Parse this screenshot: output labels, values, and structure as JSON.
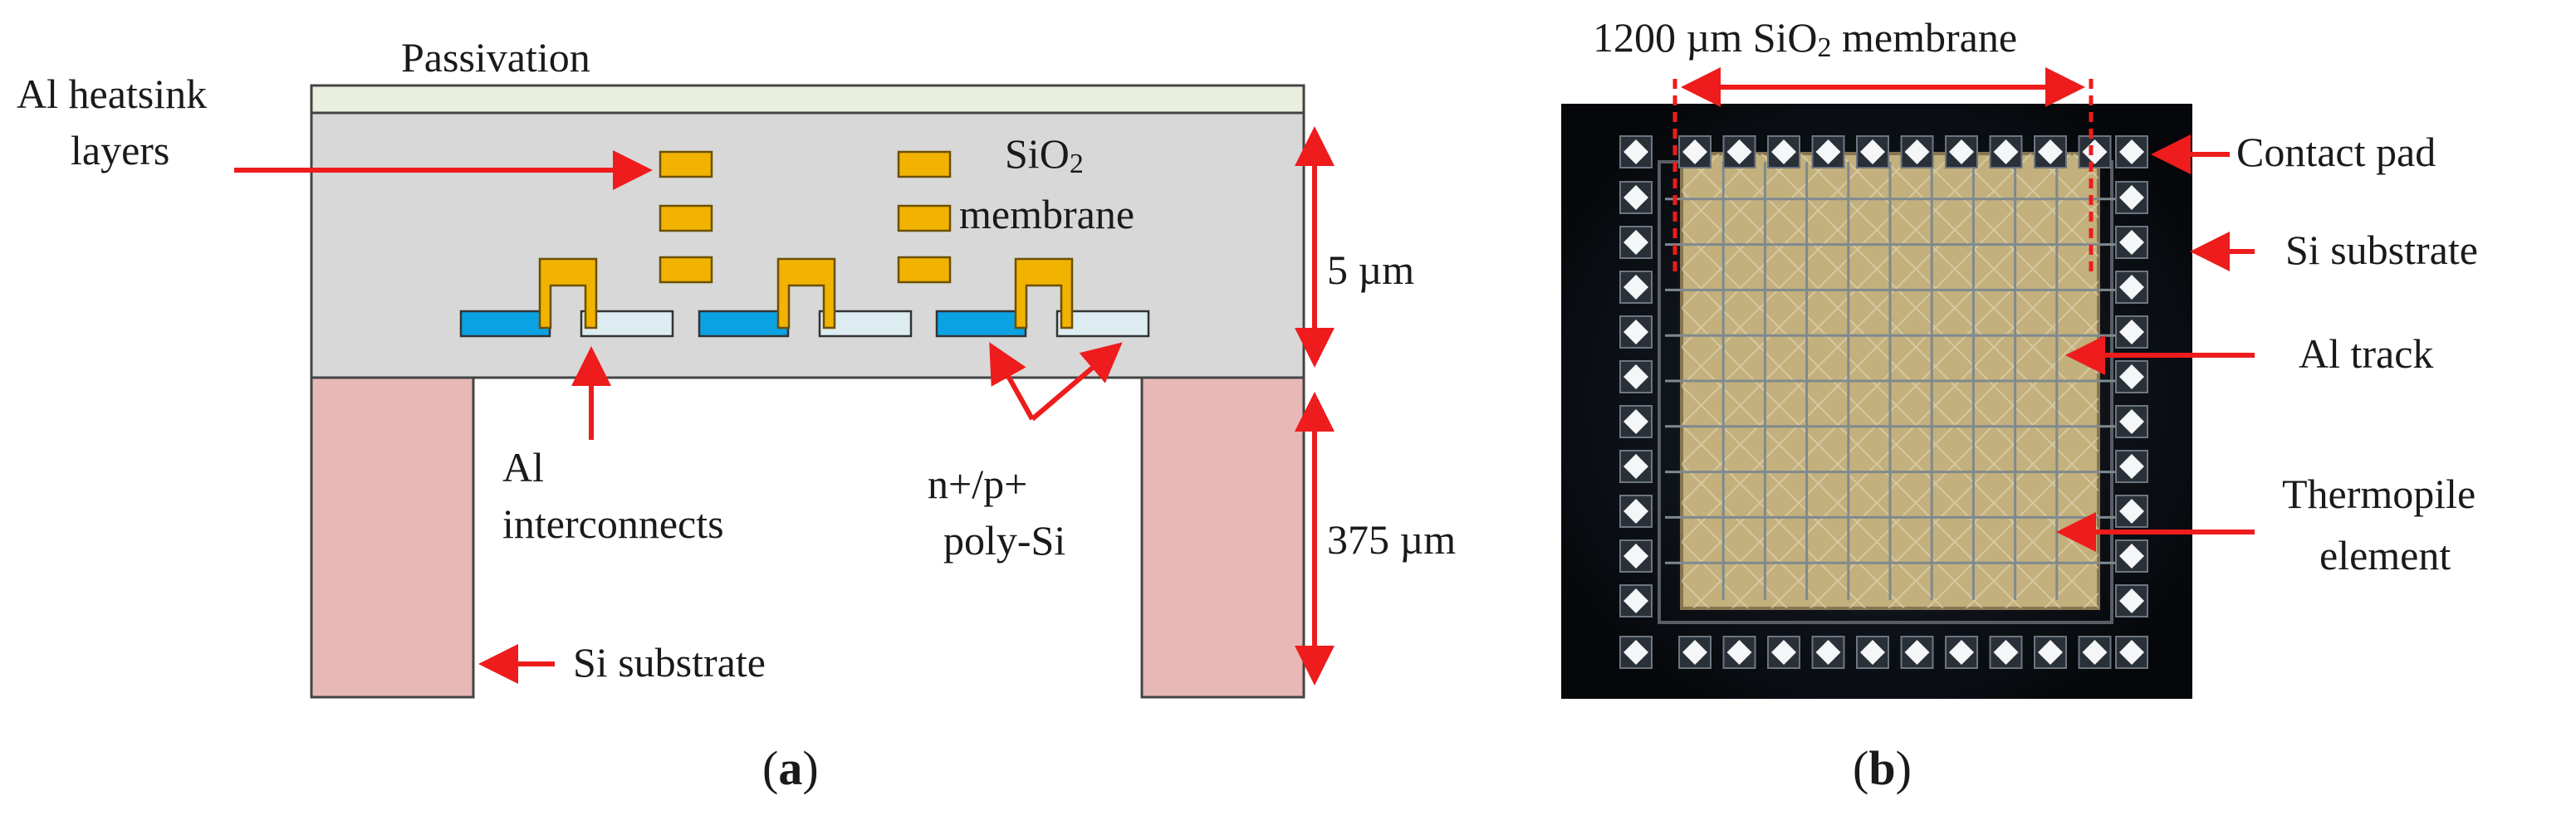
{
  "panel_a": {
    "passivation": "Passivation",
    "heatsink_line1": "Al heatsink",
    "heatsink_line2": "layers",
    "sio2_main": "SiO",
    "sio2_sub": "2",
    "membrane": "membrane",
    "thickness_membrane": "5 µm",
    "thickness_substrate": "375 µm",
    "interconnects_line1": "Al",
    "interconnects_line2": "interconnects",
    "polysi_line1": "n+/p+",
    "polysi_line2": "poly-Si",
    "substrate": "Si substrate",
    "caption_open": "(",
    "caption_letter": "a",
    "caption_close": ")"
  },
  "panel_b": {
    "membrane_prefix": "1200 µm SiO",
    "membrane_sub": "2",
    "membrane_suffix": " membrane",
    "contact_pad": "Contact pad",
    "substrate": "Si substrate",
    "track": "Al track",
    "thermopile_line1": "Thermopile",
    "thermopile_line2": "element",
    "caption_open": "(",
    "caption_letter": "b",
    "caption_close": ")"
  },
  "colors": {
    "arrow": "#ee1c1c",
    "passivation": "#e8efdf",
    "membrane": "#d8d8d8",
    "substrate": "#e7b8b6",
    "heatsink": "#f2b200",
    "n_poly": "#0aa2e3",
    "p_poly": "#dcecf1",
    "photo_bg": "#0a0d12",
    "membrane_photo": "#c3b07c"
  }
}
